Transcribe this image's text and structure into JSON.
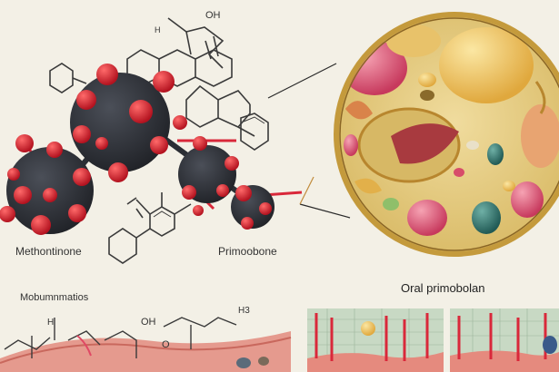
{
  "labels": {
    "left_molecule": "Methontinone",
    "center_molecule": "Primoobone",
    "lower_left": "Mobumnmatios",
    "right_title": "Oral primobolan"
  },
  "structure_text": {
    "oh_top": "OH",
    "h_top": "H",
    "oh_bottom": "OH",
    "h_bottom": "H",
    "o_bottom": "O",
    "h3_bottom": "H3"
  },
  "colors": {
    "background": "#f3f0e6",
    "molecule_dark": "#2b2e34",
    "molecule_red": "#d9283a",
    "cell_wall": "#c49a3c",
    "cell_fill": "#e9d48f",
    "tissue": "#e59a8e"
  }
}
